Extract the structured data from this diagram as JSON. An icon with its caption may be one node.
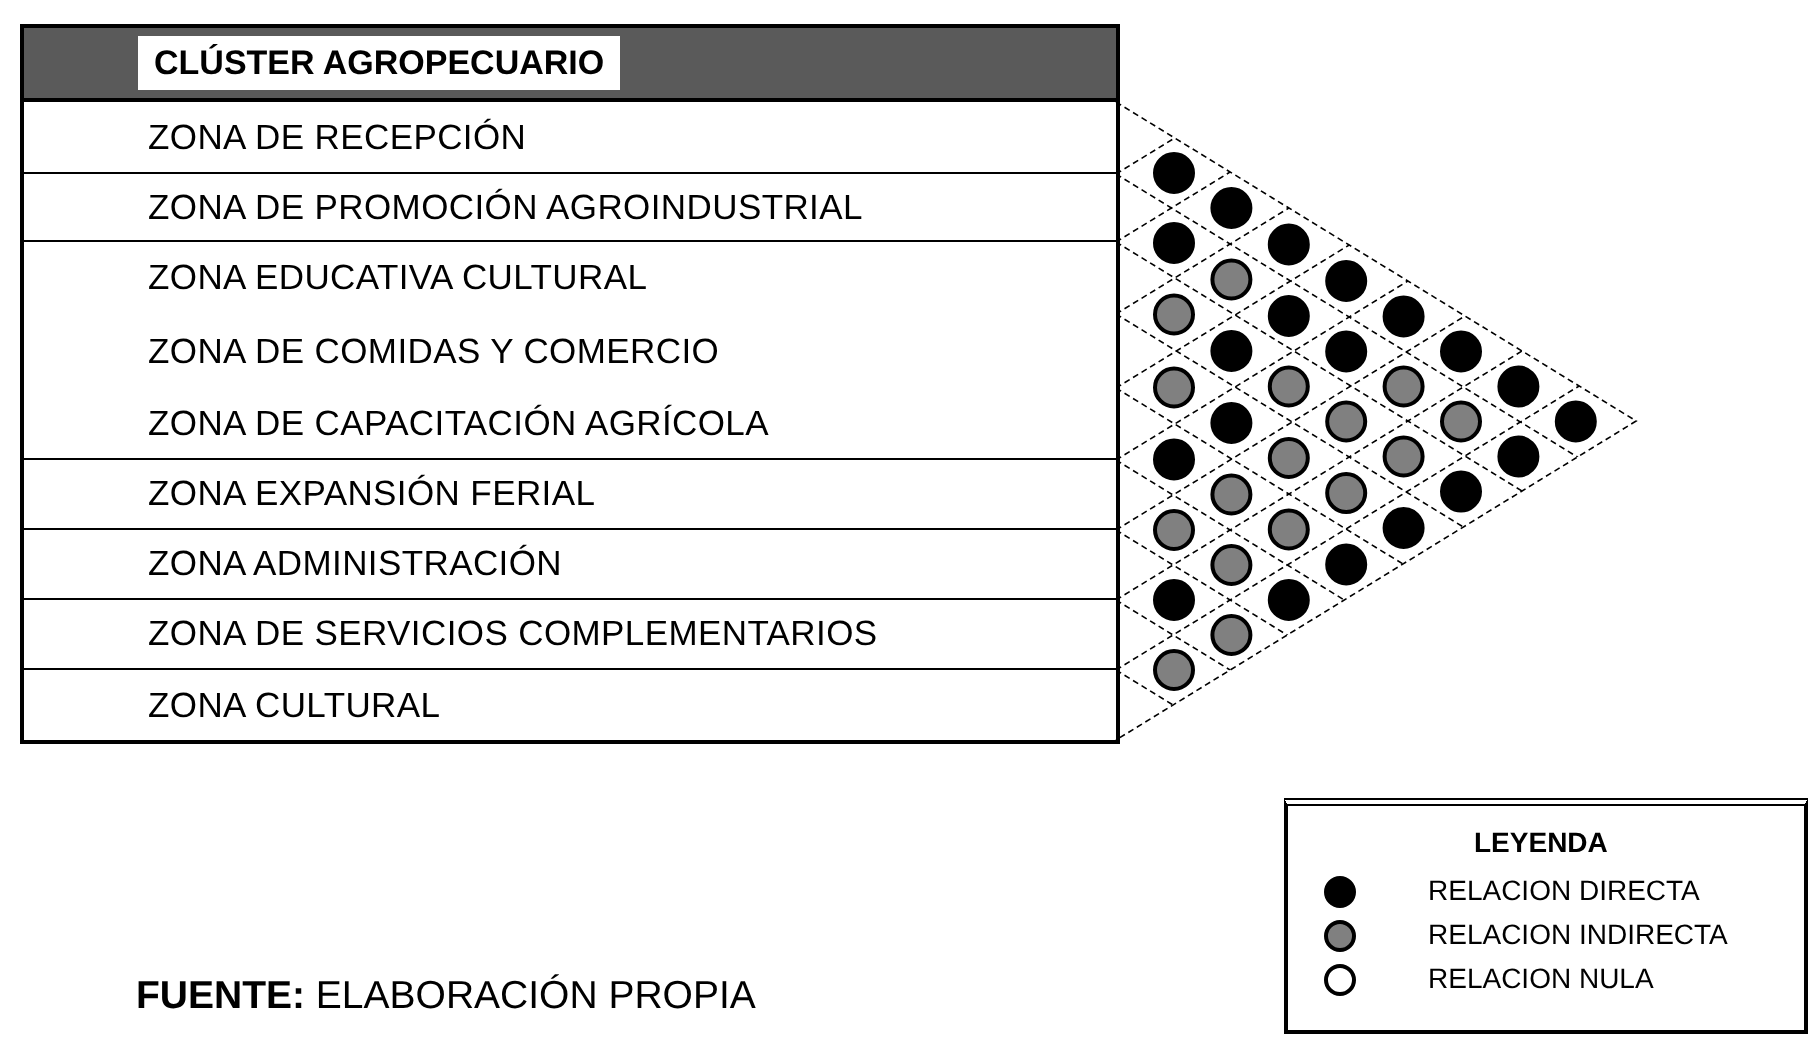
{
  "diagram": {
    "nodes": [
      {
        "text": [
          "CLÚSTER AGROPECUARIO"
        ]
      },
      {
        "text": [
          "ZONA DE RECEPCIÓN"
        ],
        "in": 0
      },
      {
        "text": [
          "ZONA DE PROMOCIÓN AGROINDUSTRIAL"
        ],
        "in": 0
      },
      {
        "text": [
          "ZONA EDUCATIVA CULTURAL"
        ],
        "in": 0
      },
      {
        "text": [
          "ZONA DE COMIDAS Y COMERCIO"
        ],
        "in": 0
      },
      {
        "text": [
          "ZONA DE CAPACITACIÓN AGRÍCOLA"
        ],
        "in": 0
      },
      {
        "text": [
          "ZONA EXPANSIÓN FERIAL"
        ],
        "in": 0
      },
      {
        "text": [
          "ZONA ADMINISTRACIÓN"
        ],
        "in": 0
      },
      {
        "text": [
          "ZONA DE SERVICIOS COMPLEMENTARIOS"
        ],
        "in": 0
      },
      {
        "text": [
          "ZONA CULTURAL"
        ],
        "in": 0
      }
    ],
    "labels": [
      "LEYENDA",
      "**FUENTE:** ELABORACIÓN PROPIA"
    ],
    "legend": [
      {
        "text": "RELACION DIRECTA",
        "color": "#000000"
      },
      {
        "text": "RELACION INDIRECTA",
        "color": "#808080"
      },
      {
        "text": "RELACION NULA",
        "color": "#ffffff"
      }
    ]
  }
}
